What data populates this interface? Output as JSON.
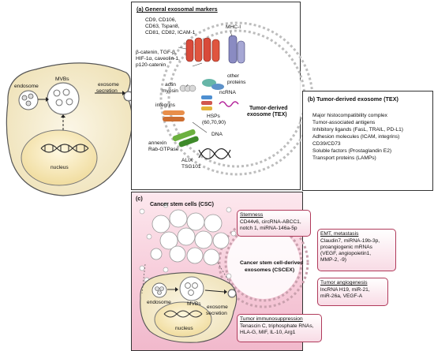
{
  "panel_a": {
    "title": "(a) General exosomal markers",
    "tetraspanins": [
      "CD9, CD106,",
      "CD63, Tspan8,",
      "CD81, CD82, ICAM-1"
    ],
    "mhc": "MHC-I",
    "signaling": [
      "β-catenin, TGF-β,",
      "HIF-1α, caveolin-1,",
      "p120-catenin"
    ],
    "other_proteins": [
      "other",
      "proteins"
    ],
    "ncrna": "ncRNA",
    "actin": [
      "actin",
      "myosin"
    ],
    "integrins": "integrins",
    "hsps": [
      "HSPs",
      "(60,70,90)"
    ],
    "dna": "DNA",
    "annexin": [
      "annexin",
      "Rab-GTPase"
    ],
    "alix": [
      "ALIX",
      "TSG101"
    ],
    "tex_label": [
      "Tumor-derived",
      "exosome (TEX)"
    ]
  },
  "cell_top": {
    "endosome": "endosome",
    "mvbs": "MVBs",
    "secretion": [
      "exosome",
      "secretion"
    ],
    "nucleus": "nucleus"
  },
  "panel_b": {
    "title": "(b) Tumor-derived exosome (TEX)",
    "items": [
      "Major histocompatibility complex",
      "Tumor-associated antigens",
      "Inhibitory ligands (FasL, TRAIL, PD-L1)",
      "Adhesion molecules (ICAM, integrins)",
      "CD39/CD73",
      "Soluble factors (Prostaglandin E2)",
      "Transport proteins (LAMPs)"
    ]
  },
  "panel_c": {
    "title": "(c)",
    "csc_label": "Cancer stem cells (CSC)",
    "cscex_label": [
      "Cancer stem cell-derived",
      "exosomes (CSCEX)"
    ],
    "endosome": "endosome",
    "mvbs": "MVBs",
    "secretion": [
      "exosome",
      "secretion"
    ],
    "nucleus": "nucleus",
    "boxes": [
      {
        "title": "Stemness",
        "lines": [
          "CD44v6, circRNA-ABCC1,",
          "notch 1, miRNA-146a-5p"
        ]
      },
      {
        "title": "EMT, metastasis",
        "lines": [
          "Claudin7, miRNA-19b-3p,",
          "proangiogenic mRNAs",
          "(VEGF, angiopoietin1,",
          "MMP-2, -9)"
        ]
      },
      {
        "title": "Tumor angiogenesis",
        "lines": [
          "lncRNA H19, miR-21,",
          "miR-26a, VEGF-A"
        ]
      },
      {
        "title": "Tumor immunosuppression",
        "lines": [
          "Tenascin C, triphosphate RNAs,",
          "HLA-G, MIF, IL-10, Arg1"
        ]
      }
    ]
  }
}
